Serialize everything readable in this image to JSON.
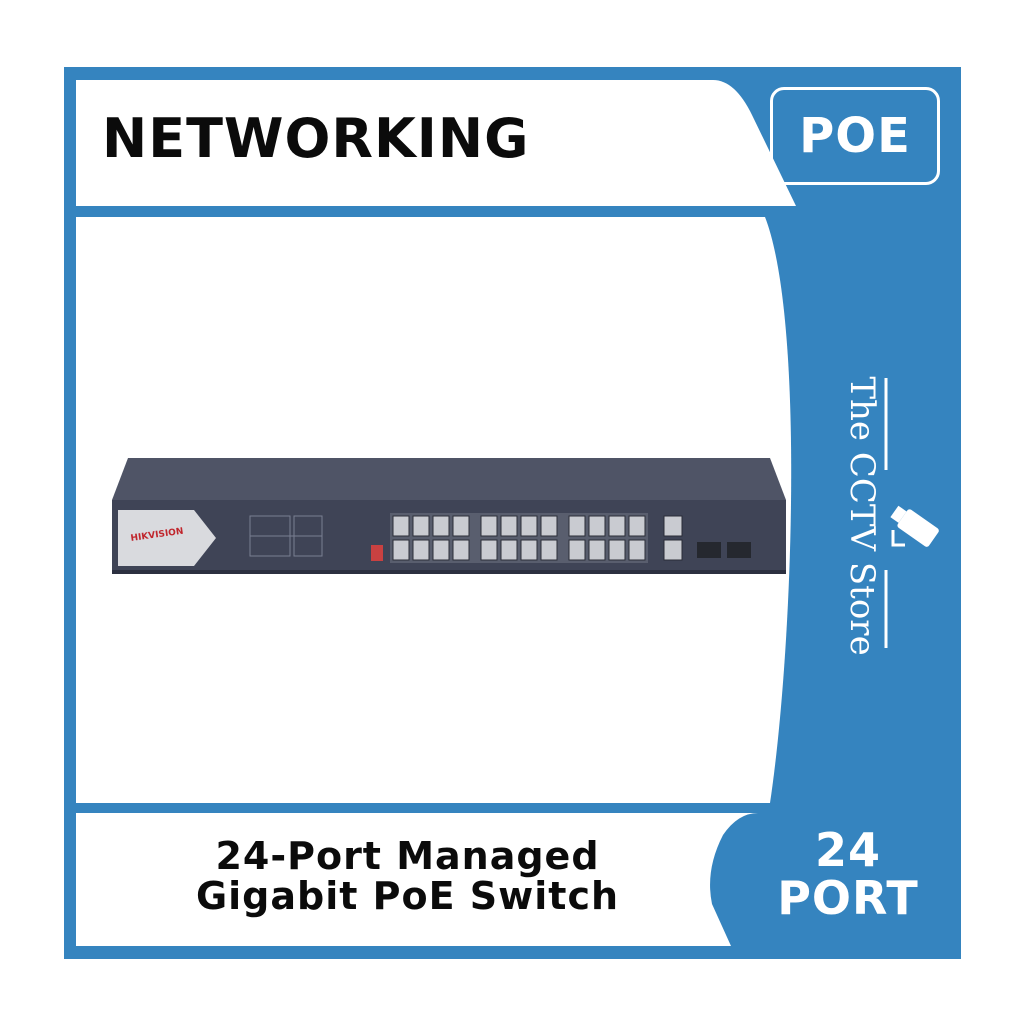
{
  "header": {
    "title": "NETWORKING",
    "badge": "POE"
  },
  "watermark": {
    "store_name": "The CCTV Store",
    "icon": "cctv-camera-icon"
  },
  "product": {
    "brand": "HIKVISION",
    "image": "network-switch-image",
    "name_line1": "24-Port Managed",
    "name_line2": "Gigabit PoE Switch"
  },
  "footer_badge": {
    "line1": "24",
    "line2": "PORT"
  },
  "colors": {
    "accent": "#3584bf",
    "text": "#0b0b0b",
    "background": "#ffffff"
  }
}
